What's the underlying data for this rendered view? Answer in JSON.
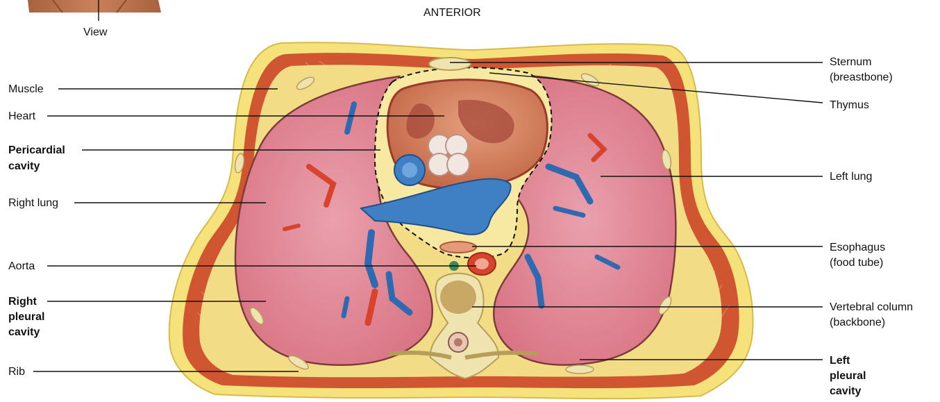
{
  "header": {
    "view": "View",
    "orientation": "ANTERIOR"
  },
  "labels": {
    "muscle": "Muscle",
    "heart": "Heart",
    "pericardial_1": "Pericardial",
    "pericardial_2": "cavity",
    "right_lung": "Right lung",
    "aorta": "Aorta",
    "right_pleural_1": "Right",
    "right_pleural_2": "pleural",
    "right_pleural_3": "cavity",
    "rib": "Rib",
    "sternum_1": "Sternum",
    "sternum_2": "(breastbone)",
    "thymus": "Thymus",
    "left_lung": "Left lung",
    "esophagus_1": "Esophagus",
    "esophagus_2": "(food tube)",
    "vertebral_1": "Vertebral column",
    "vertebral_2": "(backbone)",
    "left_pleural_1": "Left",
    "left_pleural_2": "pleural",
    "left_pleural_3": "cavity"
  },
  "colors": {
    "skin_fat": "#f6e27a",
    "muscle": "#d2552e",
    "lung": "#e48a9a",
    "heart": "#d98a66",
    "vein": "#3f7fc4",
    "artery": "#d8432d",
    "bone": "#efe3b0"
  }
}
